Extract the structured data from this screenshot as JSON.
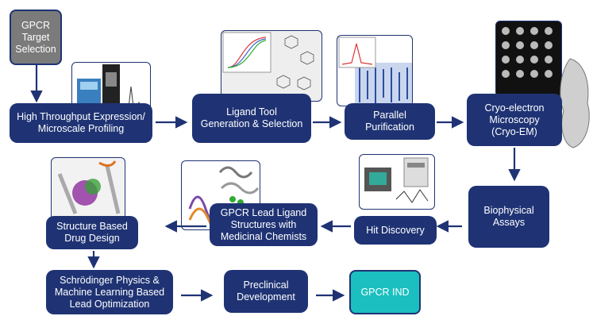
{
  "nodes": {
    "target": "GPCR\nTarget\nSelection",
    "hts": "High Throughput Expression/\nMicroscale Profiling",
    "ligand_tool": "Ligand Tool\nGeneration & Selection",
    "purification": "Parallel\nPurification",
    "cryo": "Cryo-electron\nMicroscopy\n(Cryo-EM)",
    "biophysical": "Biophysical\nAssays",
    "hit": "Hit Discovery",
    "lead_ligand": "GPCR Lead Ligand\nStructures with\nMedicinal Chemists",
    "sbdd": "Structure Based\nDrug Design",
    "schrodinger": "Schrödinger Physics &\nMachine Learning Based\nLead Optimization",
    "preclinical": "Preclinical\nDevelopment",
    "ind": "GPCR IND"
  },
  "colors": {
    "box": "#1f3374",
    "target": "#7b7b7b",
    "ind": "#1bbfbf",
    "arrow": "#1f3374"
  },
  "images": [
    "instrument-illustration",
    "ligand-curve-and-structures",
    "purification-gel-and-chromatogram",
    "cryo-em-particles-and-density",
    "assay-instruments",
    "ligand-receptor-structures",
    "docked-ligand-structure"
  ]
}
